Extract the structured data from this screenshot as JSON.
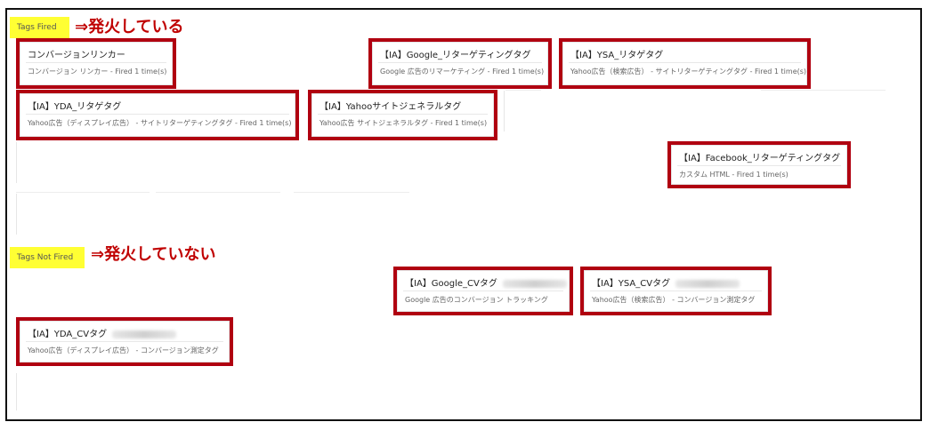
{
  "fired": {
    "label": "Tags Fired",
    "annotation": "⇒発火している",
    "tags": [
      {
        "name": "コンバージョンリンカー",
        "desc": "コンバージョン リンカー - Fired 1 time(s)"
      },
      {
        "name": "【IA】Google_リターゲティングタグ",
        "desc": "Google 広告のリマーケティング - Fired 1 time(s)"
      },
      {
        "name": "【IA】YSA_リタゲタグ",
        "desc": "Yahoo広告（検索広告） - サイトリターゲティングタグ - Fired 1 time(s)"
      },
      {
        "name": "【IA】YDA_リタゲタグ",
        "desc": "Yahoo広告（ディスプレイ広告） - サイトリターゲティングタグ - Fired 1 time(s)"
      },
      {
        "name": "【IA】Yahooサイトジェネラルタグ",
        "desc": "Yahoo広告 サイトジェネラルタグ - Fired 1 time(s)"
      },
      {
        "name": "【IA】Facebook_リターゲティングタグ",
        "desc": "カスタム HTML - Fired 1 time(s)"
      }
    ]
  },
  "not_fired": {
    "label": "Tags Not Fired",
    "annotation": "⇒発火していない",
    "tags": [
      {
        "name": "【IA】Google_CVタグ",
        "desc": "Google 広告のコンバージョン トラッキング"
      },
      {
        "name": "【IA】YSA_CVタグ",
        "desc": "Yahoo広告（検索広告） - コンバージョン測定タグ"
      },
      {
        "name": "【IA】YDA_CVタグ",
        "desc": "Yahoo広告（ディスプレイ広告） - コンバージョン測定タグ"
      }
    ]
  },
  "colors": {
    "highlight": "#b00010",
    "label_bg": "#ffff33",
    "annotation": "#c00000"
  }
}
